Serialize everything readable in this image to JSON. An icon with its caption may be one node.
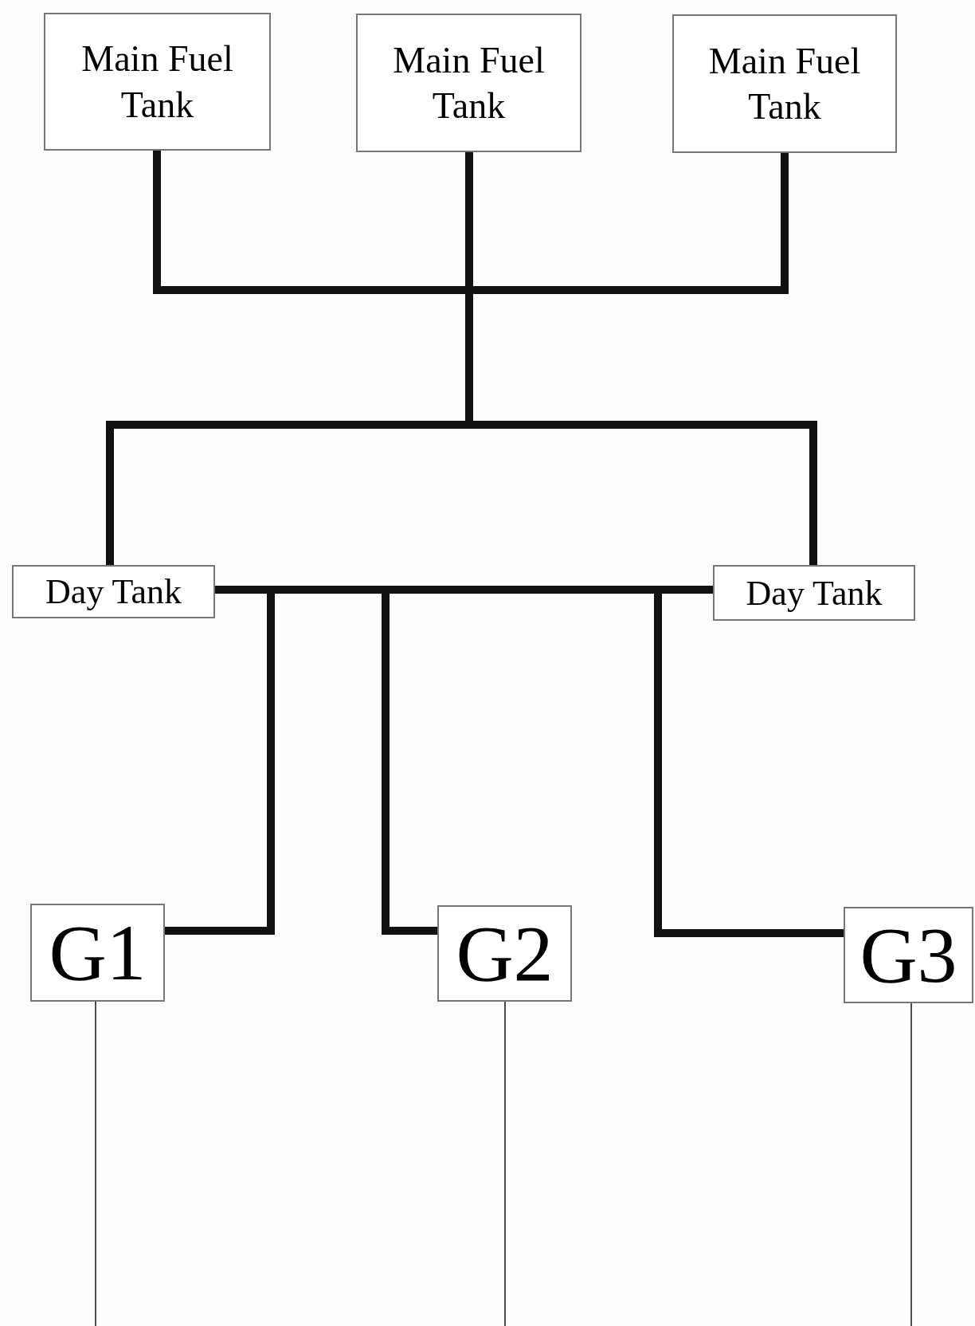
{
  "diagram": {
    "nodes": [
      {
        "text": [
          "Main Fuel Tank"
        ]
      },
      {
        "text": [
          "Main Fuel Tank"
        ]
      },
      {
        "text": [
          "Main Fuel Tank"
        ]
      },
      {
        "text": [
          "Day Tank"
        ]
      },
      {
        "text": [
          "Day Tank"
        ]
      },
      {
        "text": [
          "G1"
        ]
      },
      {
        "text": [
          "G2"
        ]
      },
      {
        "text": [
          "G3"
        ]
      }
    ],
    "edges": [
      {
        "from": 0,
        "to": 3,
        "arrow": "none"
      },
      {
        "from": 0,
        "to": 4,
        "arrow": "none"
      },
      {
        "from": 1,
        "to": 3,
        "arrow": "none"
      },
      {
        "from": 1,
        "to": 4,
        "arrow": "none"
      },
      {
        "from": 2,
        "to": 3,
        "arrow": "none"
      },
      {
        "from": 2,
        "to": 4,
        "arrow": "none"
      },
      {
        "from": 3,
        "to": 4,
        "arrow": "none"
      },
      {
        "from": 3,
        "to": 5,
        "arrow": "none"
      },
      {
        "from": 3,
        "to": 6,
        "arrow": "none"
      },
      {
        "from": 3,
        "to": 7,
        "arrow": "none"
      },
      {
        "from": 4,
        "to": 5,
        "arrow": "none"
      },
      {
        "from": 4,
        "to": 6,
        "arrow": "none"
      },
      {
        "from": 4,
        "to": 7,
        "arrow": "none"
      },
      {
        "from": 5,
        "to": null,
        "arrow": "none"
      },
      {
        "from": 6,
        "to": null,
        "arrow": "none"
      },
      {
        "from": 7,
        "to": null,
        "arrow": "none"
      }
    ]
  }
}
